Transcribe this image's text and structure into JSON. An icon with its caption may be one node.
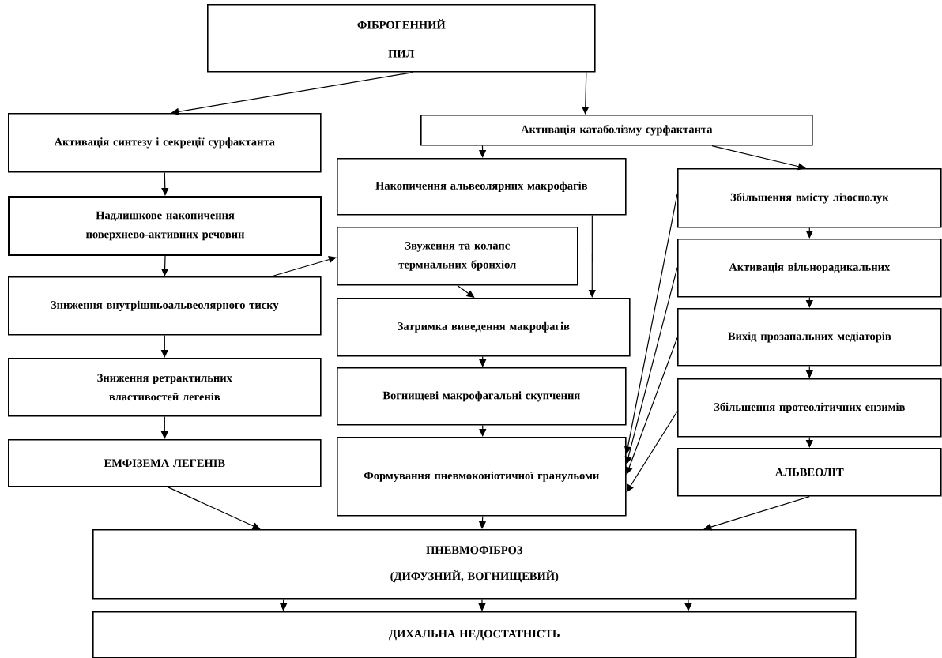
{
  "diagram": {
    "nodes": [
      {
        "text": [
          "ФІБРОГЕННИЙ ПИЛ"
        ]
      },
      {
        "text": [
          "Активація синтезу і секреції сурфактанта"
        ]
      },
      {
        "text": [
          "Активація катаболізму сурфактанта"
        ]
      },
      {
        "text": [
          "Надлишкове накопичення поверхнево-активних речовин"
        ]
      },
      {
        "text": [
          "Накопичення альвеолярних макрофагів"
        ]
      },
      {
        "text": [
          "Збільшення вмісту лізосполук"
        ]
      },
      {
        "text": [
          "Звуження та колапс термнальних бронхіол"
        ]
      },
      {
        "text": [
          "Зниження внутрішньоальвеолярного тиску"
        ]
      },
      {
        "text": [
          "Затримка виведення макрофагів"
        ]
      },
      {
        "text": [
          "Активація вільнорадикальних"
        ]
      },
      {
        "text": [
          "Зниження ретрактильних властивостей легенів"
        ]
      },
      {
        "text": [
          "Вогнищеві макрофагальні скупчення"
        ]
      },
      {
        "text": [
          "Вихід прозапальних медіаторів"
        ]
      },
      {
        "text": [
          "ЕМФІЗЕМА ЛЕГЕНІВ"
        ]
      },
      {
        "text": [
          "Формування пневмоконіотичної гранульоми"
        ]
      },
      {
        "text": [
          "Збільшення протеолітичних ензимів"
        ]
      },
      {
        "text": [
          "АЛЬВЕОЛІТ"
        ]
      },
      {
        "text": [
          "ПНЕВМОФІБРОЗ",
          "(ДИФУЗНИЙ, ВОГНИЩЕВИЙ)"
        ]
      },
      {
        "text": [
          "ДИХАЛЬНА НЕДОСТАТНІСТЬ"
        ]
      }
    ],
    "edges": [
      {
        "from": 0,
        "to": 1,
        "arrow": "to"
      },
      {
        "from": 0,
        "to": 2,
        "arrow": "to"
      },
      {
        "from": 1,
        "to": 3,
        "arrow": "to"
      },
      {
        "from": 3,
        "to": 7,
        "arrow": "to"
      },
      {
        "from": 7,
        "to": 10,
        "arrow": "to"
      },
      {
        "from": 10,
        "to": 13,
        "arrow": "to"
      },
      {
        "from": 7,
        "to": 6,
        "arrow": "to"
      },
      {
        "from": 2,
        "to": 4,
        "arrow": "to"
      },
      {
        "from": 2,
        "to": 5,
        "arrow": "to"
      },
      {
        "from": 4,
        "to": 8,
        "arrow": "to"
      },
      {
        "from": 6,
        "to": 8,
        "arrow": "to"
      },
      {
        "from": 8,
        "to": 11,
        "arrow": "to"
      },
      {
        "from": 11,
        "to": 14,
        "arrow": "to"
      },
      {
        "from": 5,
        "to": 9,
        "arrow": "to"
      },
      {
        "from": 9,
        "to": 12,
        "arrow": "to"
      },
      {
        "from": 12,
        "to": 15,
        "arrow": "to"
      },
      {
        "from": 15,
        "to": 16,
        "arrow": "to"
      },
      {
        "from": 5,
        "to": 14,
        "arrow": "to"
      },
      {
        "from": 9,
        "to": 14,
        "arrow": "to"
      },
      {
        "from": 12,
        "to": 14,
        "arrow": "to"
      },
      {
        "from": 15,
        "to": 14,
        "arrow": "to"
      },
      {
        "from": 13,
        "to": 17,
        "arrow": "to"
      },
      {
        "from": 14,
        "to": 17,
        "arrow": "to"
      },
      {
        "from": 16,
        "to": 17,
        "arrow": "to"
      },
      {
        "from": 17,
        "to": 18,
        "arrow": "to"
      },
      {
        "from": 17,
        "to": 18,
        "arrow": "to"
      },
      {
        "from": 17,
        "to": 18,
        "arrow": "to"
      }
    ]
  }
}
